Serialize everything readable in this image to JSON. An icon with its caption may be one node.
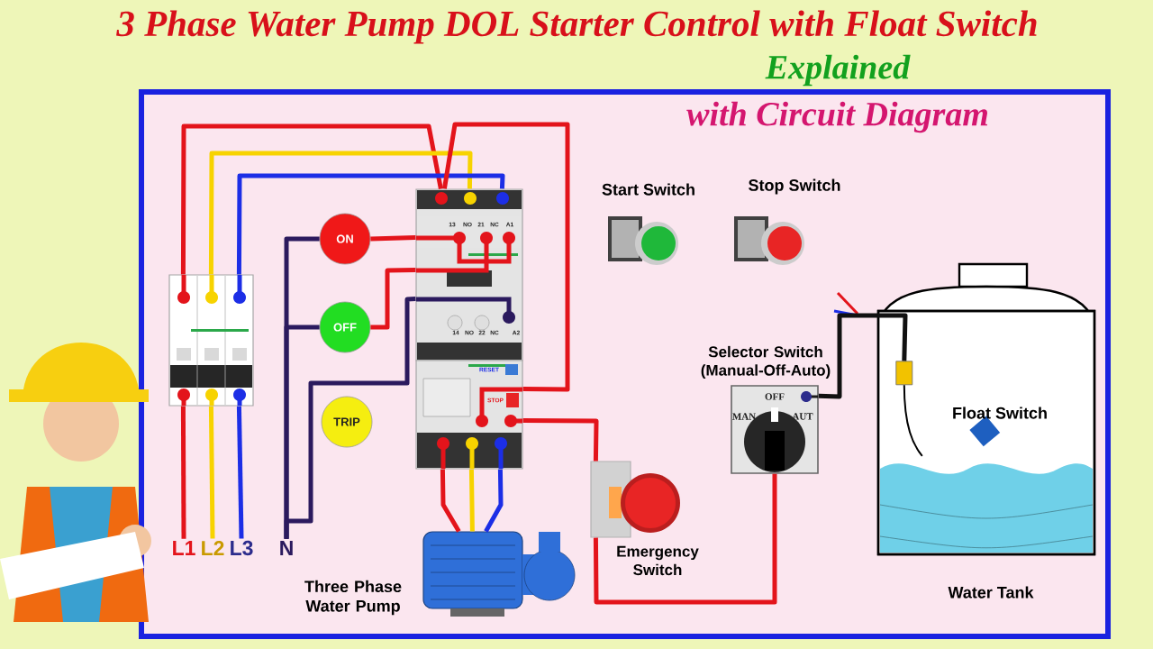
{
  "diagram": {
    "title": "3 Phase Water Pump DOL Starter Control with Float Switch",
    "nodes": [
      {
        "text": [
          "L1"
        ]
      },
      {
        "text": [
          "L2"
        ]
      },
      {
        "text": [
          "L3"
        ]
      },
      {
        "text": [
          "N"
        ]
      },
      {
        "text": [],
        "shape": "box"
      },
      {
        "text": [],
        "shape": "box"
      },
      {
        "text": [],
        "shape": "box"
      },
      {
        "text": [
          "ON"
        ]
      },
      {
        "text": [
          "OFF"
        ]
      },
      {
        "text": [
          "TRIP"
        ]
      },
      {
        "text": [
          "Start Switch"
        ]
      },
      {
        "text": [
          "Stop Switch"
        ]
      },
      {
        "text": [
          "Selector Switch (Manual-Off-Auto)"
        ]
      },
      {
        "text": [
          "Emergency Switch"
        ]
      },
      {
        "text": [
          "Water Tank"
        ]
      },
      {
        "text": [
          "Float Switch"
        ],
        "in": 14
      },
      {
        "text": [],
        "shape": "picture",
        "beside": [
          "Three Phase Water Pump"
        ]
      }
    ],
    "edges": [
      {
        "from": 0,
        "to": 4,
        "arrow": "none"
      },
      {
        "from": 1,
        "to": 4,
        "arrow": "none",
        "color": "#f7d300"
      },
      {
        "from": 2,
        "to": 4,
        "arrow": "none",
        "color": "#1c2ee6"
      },
      {
        "from": 4,
        "to": 5,
        "arrow": "none"
      },
      {
        "from": 4,
        "to": 5,
        "arrow": "none",
        "color": "#f7d300"
      },
      {
        "from": 4,
        "to": 5,
        "arrow": "none",
        "color": "#1c2ee6"
      },
      {
        "from": 5,
        "to": 6,
        "arrow": "none"
      },
      {
        "from": 3,
        "to": 7,
        "arrow": "none",
        "color": "#2b1a5e"
      },
      {
        "from": 3,
        "to": 8,
        "arrow": "none",
        "color": "#2b1a5e"
      },
      {
        "from": 3,
        "to": 5,
        "arrow": "none",
        "color": "#2b1a5e"
      },
      {
        "from": 7,
        "to": 5,
        "arrow": "none"
      },
      {
        "from": 8,
        "to": 5,
        "arrow": "none"
      },
      {
        "from": 6,
        "to": 13,
        "arrow": "none"
      },
      {
        "from": 13,
        "to": 12,
        "arrow": "none"
      },
      {
        "from": 12,
        "to": 15,
        "arrow": "none",
        "color": "#111111"
      },
      {
        "from": 6,
        "to": 16,
        "arrow": "none"
      },
      {
        "from": 6,
        "to": 16,
        "arrow": "none",
        "color": "#f7d300"
      },
      {
        "from": 6,
        "to": 16,
        "arrow": "none",
        "color": "#1c2ee6"
      }
    ],
    "labels": [
      "Explained",
      "with Circuit Diagram",
      "13",
      "NO",
      "21",
      "NC",
      "A1",
      "14",
      "NO",
      "22",
      "NC",
      "A2",
      "RESET",
      "STOP",
      "MAN",
      "OFF",
      "AUT"
    ]
  }
}
